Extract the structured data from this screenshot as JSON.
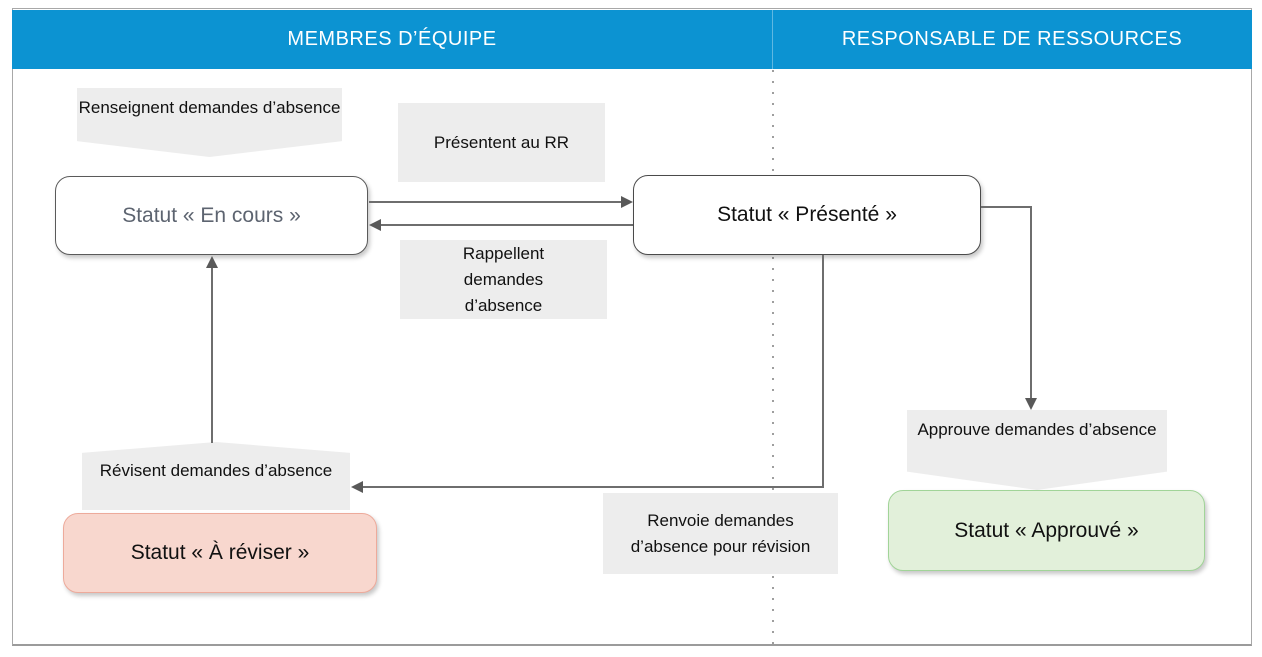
{
  "header": {
    "left": "MEMBRES D’ÉQUIPE",
    "right": "RESPONSABLE DE RESSOURCES"
  },
  "actions": {
    "renseignent": "Renseignent demandes d’absence",
    "presentent": "Présentent au RR",
    "rappellent": "Rappellent demandes d’absence",
    "revisent": "Révisent demandes d’absence",
    "renvoie": "Renvoie demandes d’absence pour révision",
    "approuve": "Approuve demandes d’absence"
  },
  "states": {
    "en_cours": "Statut « En cours »",
    "presente": "Statut « Présenté »",
    "a_reviser": "Statut « À réviser »",
    "approuve": "Statut « Approuvé »"
  },
  "colors": {
    "header_bg": "#0c93d2",
    "label_bg": "#ededed",
    "approved_bg": "#e2f0da",
    "approved_border": "#a1d498",
    "revise_bg": "#f8d7ce",
    "revise_border": "#edaa9b",
    "line": "#6e6e6e",
    "muted_text": "#5d6470"
  }
}
